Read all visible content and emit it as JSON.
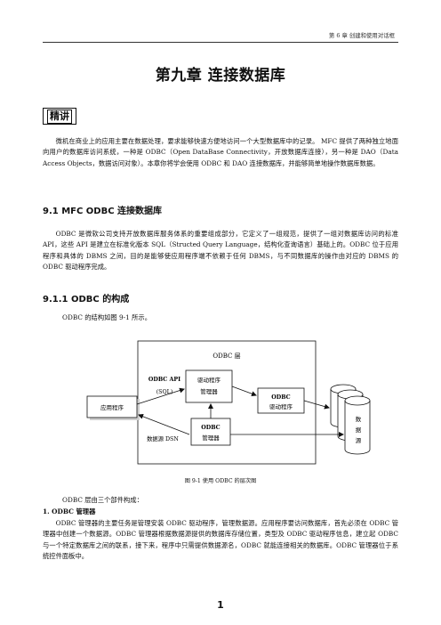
{
  "header": {
    "running_title": "第 6 章  创建和使用对话框"
  },
  "chapter_title": "第九章  连接数据库",
  "badge_label": "精讲",
  "intro_paragraph": "微机在商业上的应用主要在数据处理，要求能够快速方便地访问一个大型数据库中的记录。 MFC 提供了两种独立地面向用户的数据库访问系统，一种是 ODBC（Open DataBase Connectivity，开放数据库连接），另一种是 DAO（Data Access Objects，数据访问对象）。本章你将学会使用 ODBC 和 DAO 连接数据库，并能够简单地操作数据库数据。",
  "section_9_1": {
    "heading": "9.1 MFC ODBC 连接数据库",
    "paragraph": "ODBC 是微软公司支持开放数据库服务体系的重要组成部分，它定义了一组规范，提供了一组对数据库访问的标准 API，这些 API 是建立在标准化版本 SQL（Structed Query Language，结构化查询语言）基础上的。ODBC 位于应用程序和具体的 DBMS 之间，目的是能够使应用程序端不依赖于任何 DBMS，与不同数据库的操作由对应的 DBMS 的 ODBC 驱动程序完成。"
  },
  "section_9_1_1": {
    "heading": "9.1.1 ODBC 的构成",
    "intro_line": "ODBC 的结构如图 9-1 所示。"
  },
  "figure": {
    "layer_label": "ODBC 层",
    "app_label": "应用程序",
    "api_label_1": "ODBC API",
    "api_label_2": "(SQL)",
    "driver_program_1": "驱动程序",
    "driver_program_2": "管理器",
    "odbc_driver_1": "ODBC",
    "odbc_driver_2": "驱动程序",
    "odbc_manager_1": "ODBC",
    "odbc_manager_2": "管理器",
    "dsn_label": "数据源 DSN",
    "ds_char_1": "数",
    "ds_char_2": "据",
    "ds_char_3": "源",
    "caption": "图 9-1   使用 ODBC 的层次图"
  },
  "body_after_figure": {
    "components_line": "ODBC 层由三个部件构成：",
    "item_1_title": "1.   ODBC 管理器",
    "item_1_paragraph": "ODBC 管理器的主要任务是管理安装 ODBC 驱动程序，管理数据源。应用程序要访问数据库，首先必须在 ODBC 管理器中创建一个数据源。ODBC 管理器根据数据源提供的数据库存储位置，类型及 ODBC 驱动程序信息，建立起 ODBC 与一个特定数据库之间的联系，接下来，程序中只需提供数据源名，ODBC 就能连接相关的数据库。ODBC 管理器位于系统控件面板中。"
  },
  "page_number": "1"
}
